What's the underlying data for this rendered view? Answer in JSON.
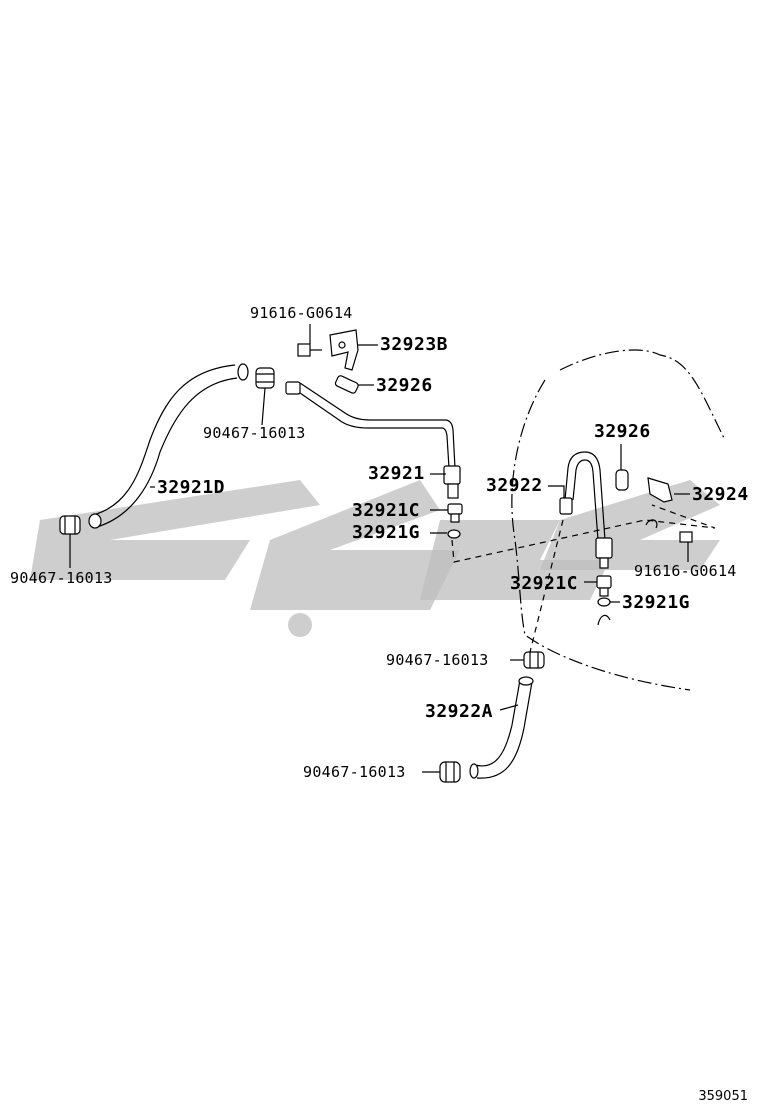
{
  "figure_id": "359051",
  "labels": {
    "bolt_top": "91616-G0614",
    "bracket_top": "32923B",
    "sleeve_top": "32926",
    "clamp_top": "90467-16013",
    "tube_left": "32921",
    "hose_left": "32921D",
    "clamp_left": "90467-16013",
    "union_left": "32921C",
    "gasket_left": "32921G",
    "sleeve_right": "32926",
    "tube_right": "32922",
    "bracket_right": "32924",
    "bolt_right": "91616-G0614",
    "union_right": "32921C",
    "gasket_right": "32921G",
    "clamp_mid": "90467-16013",
    "hose_bottom": "32922A",
    "clamp_bottom": "90467-16013"
  }
}
